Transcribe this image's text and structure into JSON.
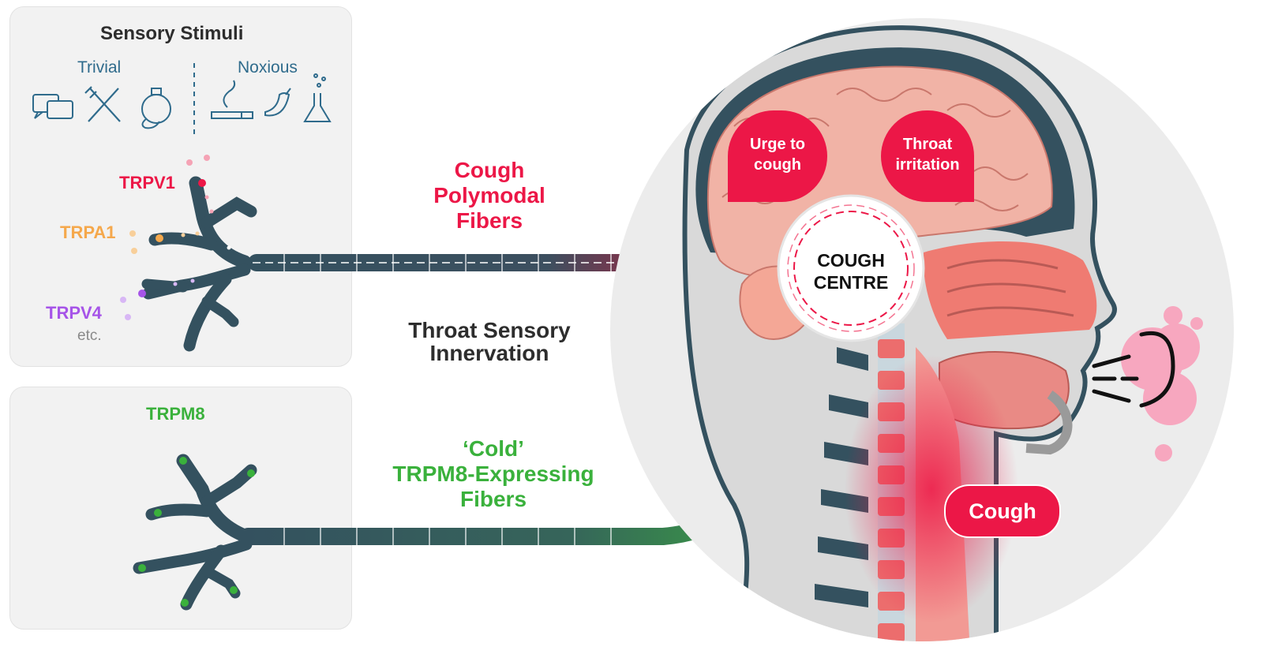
{
  "stimuli": {
    "title": "Sensory Stimuli",
    "trivial_label": "Trivial",
    "noxious_label": "Noxious",
    "trivial_icons": [
      "speech-bubbles-icon",
      "fork-knife-icon",
      "perfume-bottle-icon"
    ],
    "noxious_icons": [
      "cigarette-smoke-icon",
      "chili-pepper-icon",
      "flask-icon"
    ]
  },
  "receptors": {
    "trpv1": "TRPV1",
    "trpa1": "TRPA1",
    "trpv4": "TRPV4",
    "etc": "etc.",
    "trpm8": "TRPM8"
  },
  "fibers": {
    "polymodal": [
      "Cough",
      "Polymodal",
      "Fibers"
    ],
    "innervation": [
      "Throat Sensory",
      "Innervation"
    ],
    "cold": [
      "‘Cold’",
      "TRPM8-Expressing",
      "Fibers"
    ]
  },
  "head": {
    "urge": [
      "Urge to",
      "cough"
    ],
    "irritation": [
      "Throat",
      "irritation"
    ],
    "centre": [
      "COUGH",
      "CENTRE"
    ],
    "cough": "Cough"
  },
  "colors": {
    "red": "#ec1747",
    "orange": "#f5a84c",
    "purple": "#a654e8",
    "green": "#3ab13c",
    "nerve": "#34515f",
    "stimulus_blue": "#2f6b8c"
  }
}
